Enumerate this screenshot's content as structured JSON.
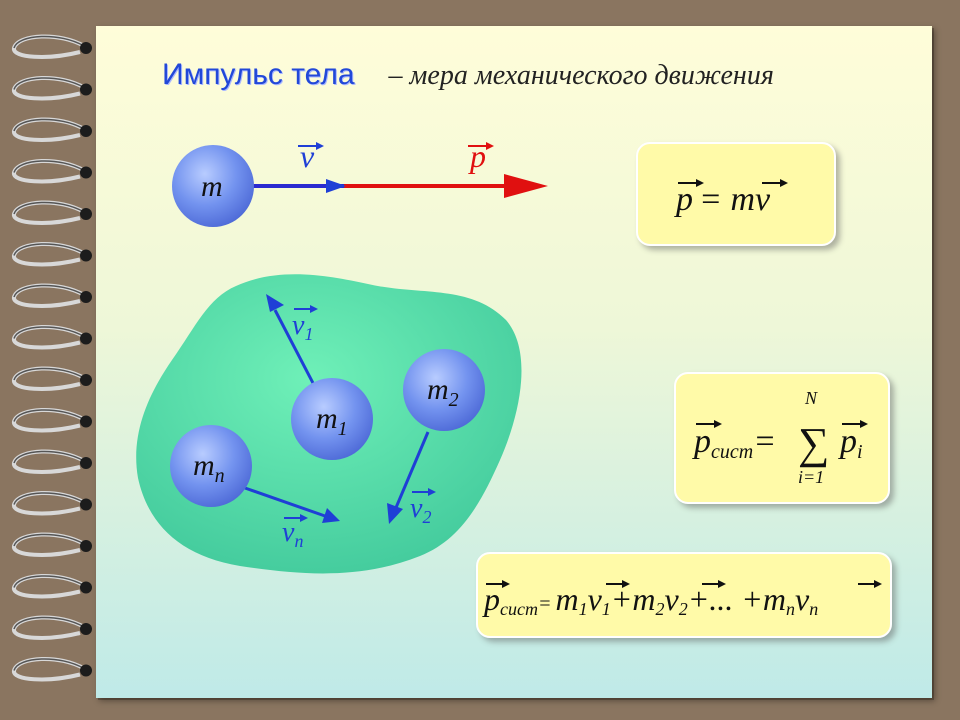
{
  "title": {
    "main": "Импульс тела",
    "sub": "– мера механического движения"
  },
  "diagram": {
    "ball_m": "m",
    "vec_v": "v",
    "vec_p": "p",
    "ball_1": "m",
    "ball_1_sub": "1",
    "ball_2": "m",
    "ball_2_sub": "2",
    "ball_n": "m",
    "ball_n_sub": "n",
    "v1": "v",
    "v1_sub": "1",
    "v2": "v",
    "v2_sub": "2",
    "vn": "v",
    "vn_sub": "n"
  },
  "formula1": {
    "p": "p",
    "eq": "= m",
    "v": "v"
  },
  "formula2": {
    "p": "p",
    "p_sub": "сист",
    "eq": "=",
    "N": "N",
    "sigma": "∑",
    "lower": "i=1",
    "pi": "p",
    "pi_sub": "i"
  },
  "formula3": {
    "p": "p",
    "p_sub": "сист",
    "eq": "=",
    "m1": "m",
    "m1_sub": "1",
    "v1": "v",
    "v1_sub": "1",
    "plus1": "+",
    "m2": "m",
    "m2_sub": "2",
    "v2": "v",
    "v2_sub": "2",
    "dots": "+...  +",
    "mn": "m",
    "mn_sub": "n",
    "vn": "v",
    "vn_sub": "n"
  },
  "colors": {
    "title": "#2248d8",
    "vector_blue": "#1f3fd6",
    "vector_red": "#e01010",
    "formula_box": "#fffaa8",
    "blob": "#4fd8a4",
    "ball": "#6f8ff0"
  }
}
